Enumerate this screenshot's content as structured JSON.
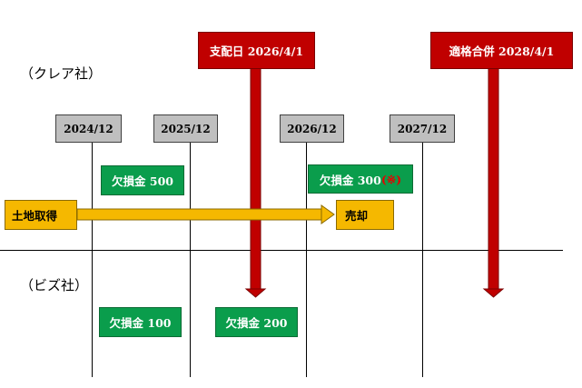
{
  "companies": {
    "clair": "（クレア社）",
    "biz": "（ビズ社）"
  },
  "years": [
    "2024/12",
    "2025/12",
    "2026/12",
    "2027/12"
  ],
  "events": {
    "dividend": "支配日 2026/4/1",
    "merger": "適格合併 2028/4/1"
  },
  "clair_items": {
    "loss_500": "欠損金 500",
    "loss_300": "欠損金 300",
    "loss_300_mark": "(※)",
    "land": "土地取得",
    "sale": "売却"
  },
  "biz_items": {
    "loss_100": "欠損金 100",
    "loss_200": "欠損金 200"
  },
  "colors": {
    "green": "#0a9d4c",
    "red": "#c00000",
    "gold": "#f5b800",
    "gray": "#bfbfbf"
  }
}
